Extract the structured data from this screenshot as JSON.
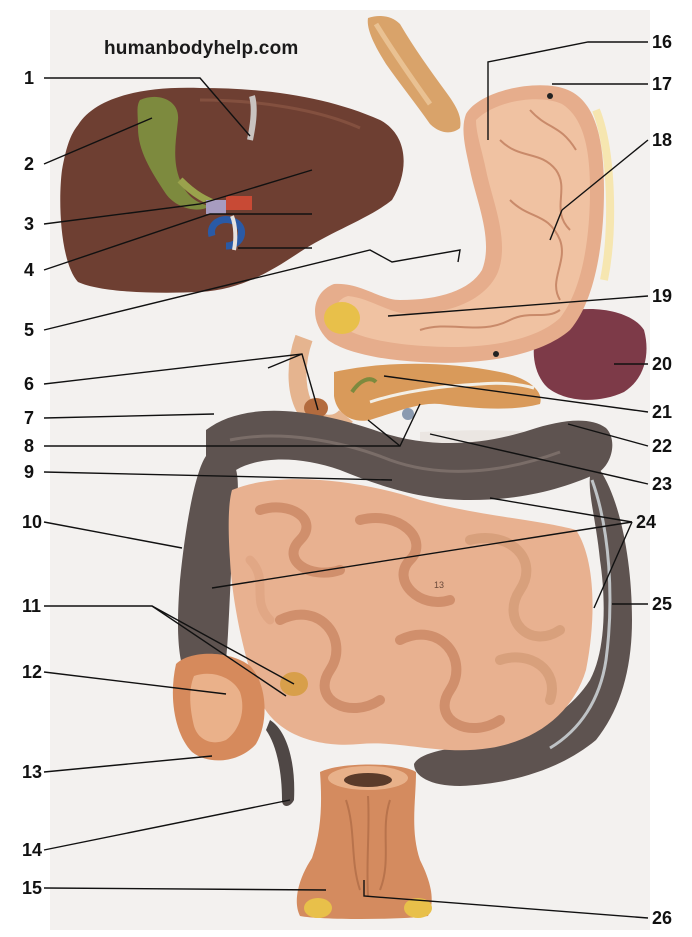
{
  "watermark": "humanbodyhelp.com",
  "labels": {
    "l1": "1",
    "l2": "2",
    "l3": "3",
    "l4": "4",
    "l5": "5",
    "l6": "6",
    "l7": "7",
    "l8": "8",
    "l9": "9",
    "l10": "10",
    "l11": "11",
    "l12": "12",
    "l13": "13",
    "l14": "14",
    "l15": "15",
    "l16": "16",
    "l17": "17",
    "l18": "18",
    "l19": "19",
    "l20": "20",
    "l21": "21",
    "l22": "22",
    "l23": "23",
    "l24": "24",
    "l25": "25",
    "l26": "26"
  },
  "model_marks": {
    "m13": "13"
  },
  "colors": {
    "liver": "#6e3f32",
    "gallbladder": "#7d8a3e",
    "stomach": "#e6ad8c",
    "spleen": "#7d3a48",
    "colon": "#5e5350",
    "small_intestine": "#e8b190",
    "pancreas": "#d99a5a",
    "esophagus": "#d9a36a",
    "background": "#f2f0ee"
  }
}
